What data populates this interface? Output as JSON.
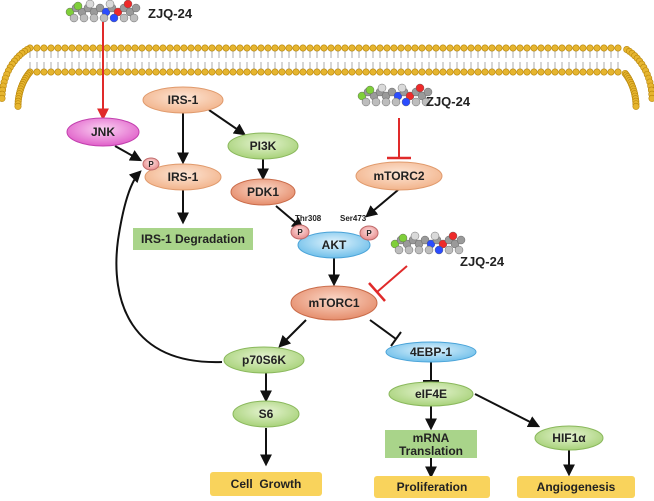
{
  "drug": {
    "label": "ZJQ-24"
  },
  "nodes": {
    "jnk": "JNK",
    "irs1_top": "IRS-1",
    "irs1": "IRS-1",
    "pi3k": "PI3K",
    "pdk1": "PDK1",
    "mtorc2": "mTORC2",
    "akt": "AKT",
    "mtorc1": "mTORC1",
    "p70s6k": "p70S6K",
    "s6": "S6",
    "ebp1": "4EBP-1",
    "eif4e": "eIF4E",
    "hif1a": "HIF1α"
  },
  "outcomes": {
    "irs1_degradation": "IRS-1 Degradation",
    "mrna_line1": "mRNA",
    "mrna_line2": "Translation",
    "cell_growth": "Cell  Growth",
    "proliferation": "Proliferation",
    "angiogenesis": "Angiogenesis"
  },
  "phospho": {
    "p": "P",
    "thr308": "Thr308",
    "ser473": "Ser473"
  },
  "colors": {
    "pink": "#e05fc9",
    "peach": "#f2b48c",
    "green": "#a8d27a",
    "salmon": "#e58d6c",
    "blue": "#8ecdf0",
    "box_green": "#a9d48a",
    "box_yellow": "#f9d35c",
    "inhibit_red": "#e02a2a",
    "membrane_gold": "#e6b52f",
    "phospho_pink": "#f0a6a6"
  }
}
